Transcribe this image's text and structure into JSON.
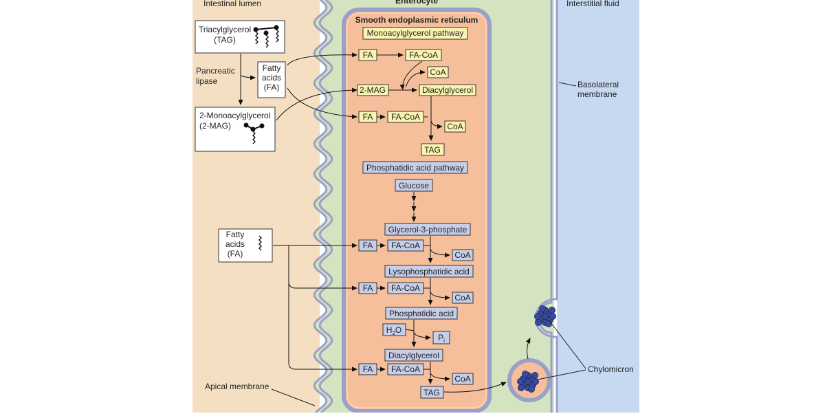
{
  "regions": {
    "intestinal_lumen": "Intestinal lumen",
    "enterocyte": "Enterocyte",
    "interstitial_fluid": "Interstitial fluid",
    "ser": "Smooth endoplasmic reticulum"
  },
  "membranes": {
    "basolateral_1": "Basolateral",
    "basolateral_2": "membrane",
    "apical": "Apical membrane"
  },
  "lumen": {
    "tag_1": "Triacylglycerol",
    "tag_2": "(TAG)",
    "lipase_1": "Pancreatic",
    "lipase_2": "lipase",
    "fa_1": "Fatty",
    "fa_2": "acids",
    "fa_3": "(FA)",
    "mag_1": "2-Monoacylglycerol",
    "mag_2": "(2-MAG)"
  },
  "mag_pathway": {
    "title": "Monoacylglycerol pathway",
    "fa": "FA",
    "facoa": "FA-CoA",
    "coa": "CoA",
    "mag": "2-MAG",
    "dag": "Diacylglycerol",
    "tag": "TAG"
  },
  "pa_pathway": {
    "title": "Phosphatidic acid pathway",
    "glucose": "Glucose",
    "g3p": "Glycerol-3-phosphate",
    "fa": "FA",
    "facoa": "FA-CoA",
    "coa": "CoA",
    "lpa": "Lysophosphatidic acid",
    "pa": "Phosphatidic acid",
    "h2o_h": "H",
    "h2o_sub": "2",
    "h2o_o": "O",
    "pi_p": "P",
    "pi_sub": "i",
    "dag": "Diacylglycerol",
    "tag": "TAG"
  },
  "chylomicron": "Chylomicron",
  "colors": {
    "lumen_bg": "#f4dfc2",
    "cell_bg": "#d4e4c0",
    "ser_bg": "#f6bf9c",
    "interstitial_bg": "#c6d9f1",
    "membrane": "#9aa0c8",
    "yellow_box": "#fbf4b0",
    "blue_box": "#c7cfe8",
    "chylomicron": "#3a4a9a"
  }
}
